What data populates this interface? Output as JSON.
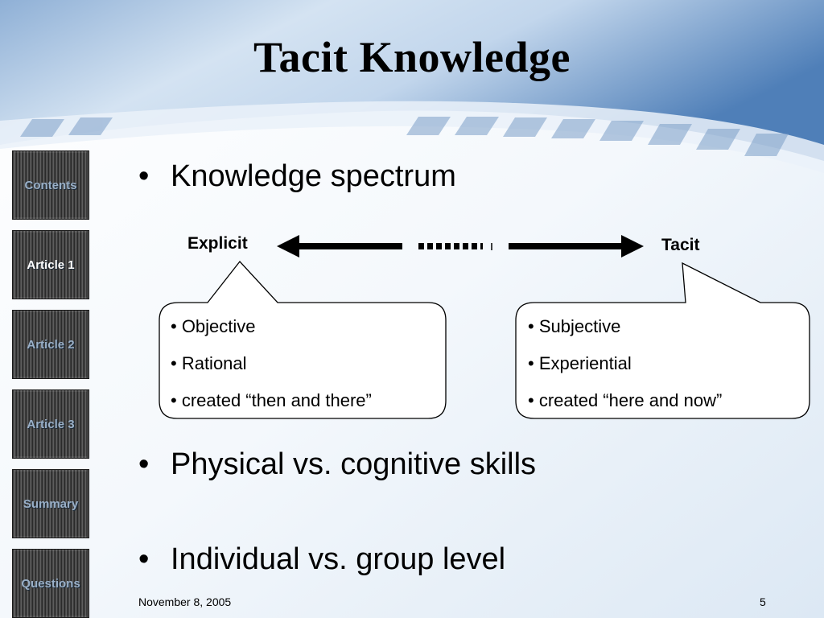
{
  "slide": {
    "title": "Tacit Knowledge",
    "footer_date": "November 8, 2005",
    "page_number": "5"
  },
  "nav": [
    {
      "label": "Contents",
      "active": false
    },
    {
      "label": "Article 1",
      "active": true
    },
    {
      "label": "Article 2",
      "active": false
    },
    {
      "label": "Article 3",
      "active": false
    },
    {
      "label": "Summary",
      "active": false
    },
    {
      "label": "Questions",
      "active": false
    }
  ],
  "bullets": [
    {
      "symbol": "•",
      "text": "Knowledge spectrum"
    },
    {
      "symbol": "•",
      "text": "Physical vs. cognitive skills"
    },
    {
      "symbol": "•",
      "text": "Individual vs. group level"
    }
  ],
  "spectrum": {
    "left_label": "Explicit",
    "right_label": "Tacit",
    "left_items": [
      "• Objective",
      "• Rational",
      "• created “then and there”"
    ],
    "right_items": [
      "• Subjective",
      "• Experiential",
      "• created “here and now”"
    ]
  },
  "colors": {
    "background_top": "#a9c3df",
    "background_light": "#f3f7fb",
    "nav_text": "#9ab0c8",
    "nav_active_text": "#ffffff"
  }
}
